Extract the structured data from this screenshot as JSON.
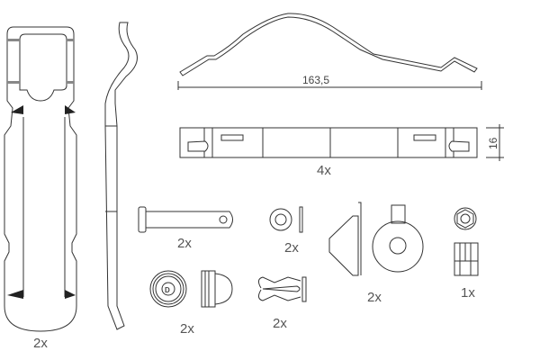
{
  "diagram": {
    "colors": {
      "line": "#333333",
      "text": "#555555",
      "background": "#ffffff"
    },
    "dimensions": {
      "clip_length": "163,5",
      "bar_height": "16"
    },
    "parts": [
      {
        "id": "spring-plate",
        "quantity": "2x"
      },
      {
        "id": "retaining-bar",
        "quantity": "4x"
      },
      {
        "id": "clevis-pin",
        "quantity": "2x"
      },
      {
        "id": "washer",
        "quantity": "2x"
      },
      {
        "id": "rubber-bump",
        "quantity": "2x"
      },
      {
        "id": "nut-sleeve",
        "quantity": "1x"
      },
      {
        "id": "dust-cap",
        "quantity": "2x",
        "marking": "D"
      },
      {
        "id": "r-clip",
        "quantity": "2x"
      }
    ]
  }
}
